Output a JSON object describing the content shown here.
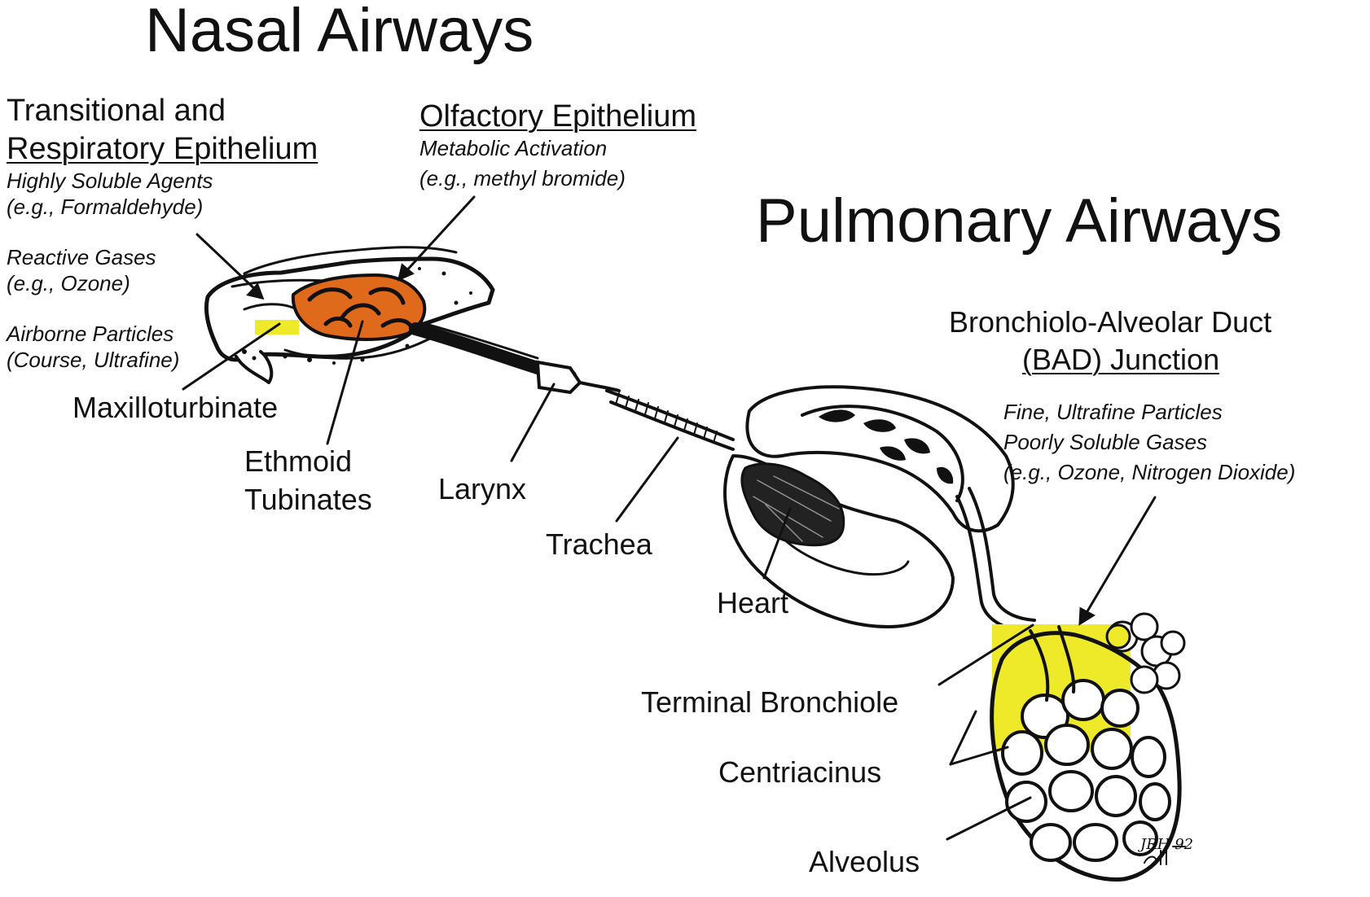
{
  "titles": {
    "nasal": "Nasal Airways",
    "pulmonary": "Pulmonary Airways"
  },
  "transitional": {
    "line1": "Transitional and",
    "line2": "Respiratory Epithelium",
    "agents_1": "Highly Soluble Agents",
    "agents_2": "(e.g., Formaldehyde)",
    "gases_1": "Reactive Gases",
    "gases_2": "(e.g., Ozone)",
    "particles_1": "Airborne Particles",
    "particles_2": "(Course, Ultrafine)"
  },
  "olfactory": {
    "title": "Olfactory Epithelium",
    "sub_1": "Metabolic Activation",
    "sub_2": "(e.g., methyl bromide)"
  },
  "bad": {
    "line1": "Bronchiolo-Alveolar Duct",
    "line2": "(BAD) Junction",
    "sub_1": "Fine, Ultrafine Particles",
    "sub_2": "Poorly Soluble Gases",
    "sub_3": "(e.g., Ozone, Nitrogen Dioxide)"
  },
  "structures": {
    "maxilloturbinate": "Maxilloturbinate",
    "ethmoid_1": "Ethmoid",
    "ethmoid_2": "Tubinates",
    "larynx": "Larynx",
    "trachea": "Trachea",
    "heart": "Heart",
    "terminal_bronchiole": "Terminal Bronchiole",
    "centriacinus": "Centriacinus",
    "alveolus": "Alveolus"
  },
  "signature": "JRH 92",
  "colors": {
    "olfactory_highlight": "#e06a1c",
    "yellow_highlight": "#eeea2a",
    "ink": "#111111"
  }
}
